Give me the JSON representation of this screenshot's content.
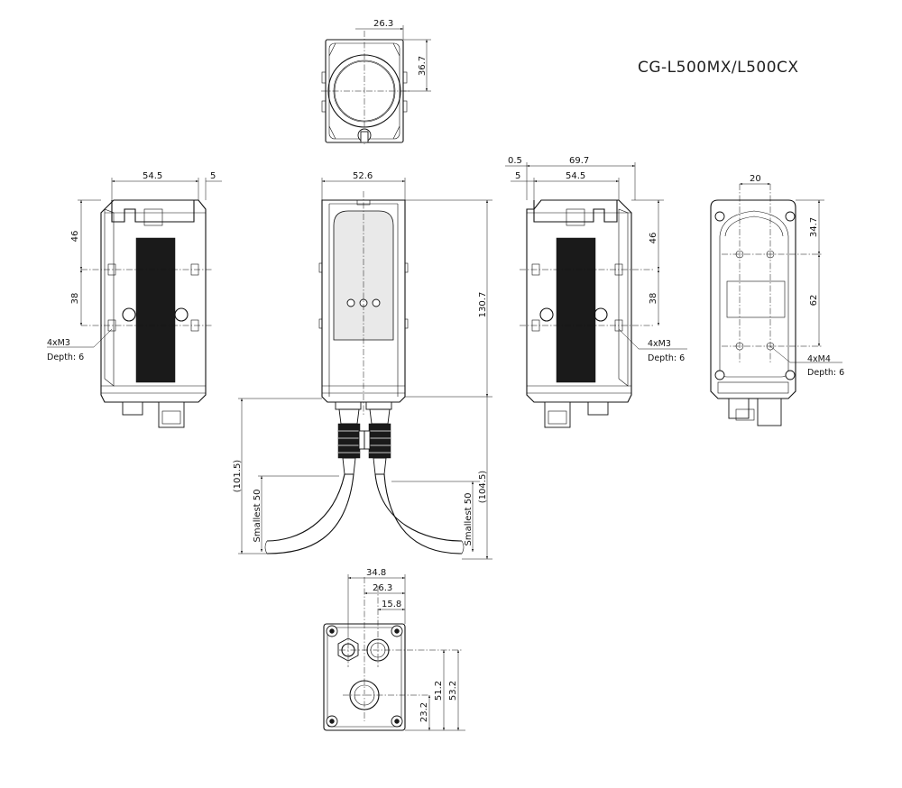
{
  "model_title": "CG-L500MX/L500CX",
  "top_view": {
    "dim_width": "26.3",
    "dim_height": "36.7"
  },
  "left_view": {
    "dim_top_width": "54.5",
    "dim_top_offset": "5",
    "dim_upper": "46",
    "dim_lower": "38",
    "hole_note": "4xM3",
    "depth_note": "Depth: 6"
  },
  "front_view": {
    "dim_width": "52.6",
    "dim_height": "130.7",
    "dim_cable_left": "(101.5)",
    "dim_cable_right": "(104.5)",
    "bend_left": "Smallest 50",
    "bend_right": "Smallest 50"
  },
  "right_side_view": {
    "dim_offset_small": "0.5",
    "dim_total_width": "69.7",
    "dim_offset": "5",
    "dim_width": "54.5",
    "dim_upper": "46",
    "dim_lower": "38",
    "hole_note": "4xM3",
    "depth_note": "Depth: 6"
  },
  "back_view": {
    "dim_width": "20",
    "dim_top": "34.7",
    "dim_pitch": "62",
    "hole_note": "4xM4",
    "depth_note": "Depth: 6"
  },
  "bottom_view": {
    "dim_34_8": "34.8",
    "dim_26_3": "26.3",
    "dim_15_8": "15.8",
    "dim_23_2": "23.2",
    "dim_51_2": "51.2",
    "dim_53_2": "53.2"
  }
}
